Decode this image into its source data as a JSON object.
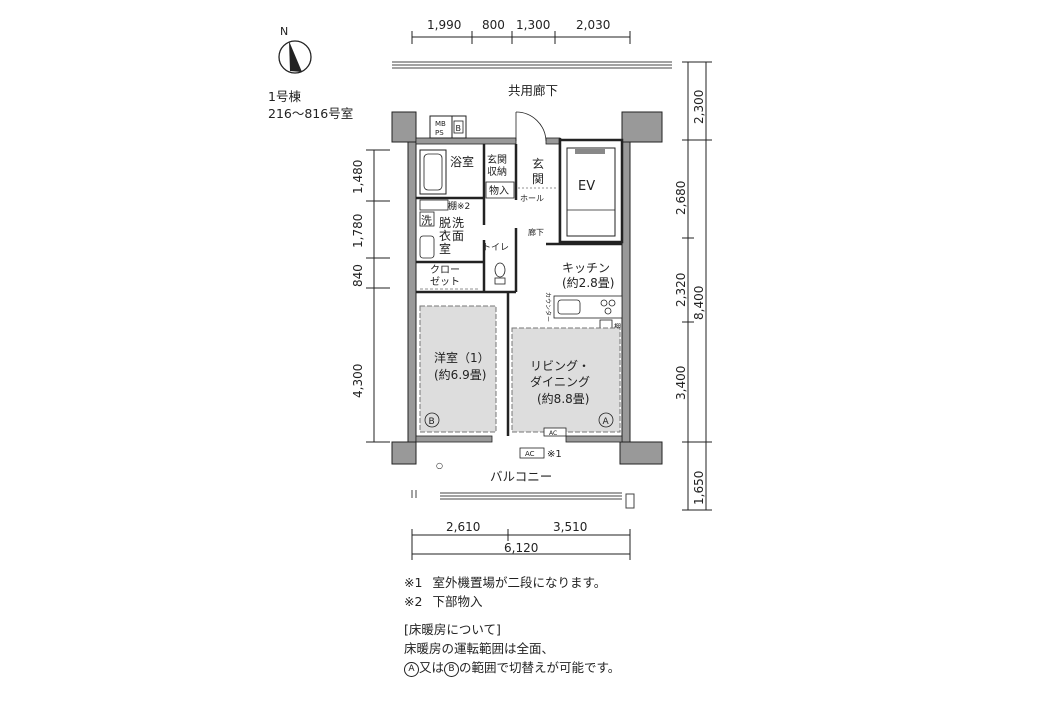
{
  "building": {
    "label": "1号棟",
    "rooms": "216〜816号室"
  },
  "compass": {
    "north_label": "N"
  },
  "corridor_label": "共用廊下",
  "balcony_label": "バルコニー",
  "ev_label": "EV",
  "dimensions": {
    "top": [
      "1,990",
      "800",
      "1,300",
      "2,030"
    ],
    "bottom": [
      "2,610",
      "3,510"
    ],
    "bottom_total": "6,120",
    "left": [
      "1,480",
      "1,780",
      "840",
      "4,300"
    ],
    "right": [
      "2,300",
      "2,680",
      "2,320",
      "3,400",
      "1,650"
    ],
    "right_total": "8,400"
  },
  "rooms": {
    "bath": "浴室",
    "genkan_storage": [
      "玄関",
      "収納"
    ],
    "genkan": [
      "玄",
      "関"
    ],
    "monoire": "物入",
    "hall": "ホール",
    "tana": "棚※2",
    "sen": "洗",
    "washroom": [
      "洗",
      "面",
      "脱",
      "衣",
      "室"
    ],
    "rouka": "廊下",
    "toilet": "トイレ",
    "closet": [
      "クロー",
      "ゼット"
    ],
    "kitchen": [
      "キッチン",
      "(約2.8畳)"
    ],
    "western": [
      "洋室（1）",
      "(約6.9畳)"
    ],
    "living": [
      "リビング・",
      "ダイニング",
      "(約8.8畳)"
    ],
    "mb_ps": [
      "MB",
      "PS"
    ],
    "b_mark": "B",
    "counter": "カウンター",
    "shelf": "棚",
    "ac": "AC",
    "ac_note_mark": "※1",
    "zone_a": "A",
    "zone_b": "B"
  },
  "notes": {
    "n1_mark": "※1",
    "n1_text": "室外機置場が二段になります。",
    "n2_mark": "※2",
    "n2_text": "下部物入",
    "heading": "[床暖房について]",
    "line1": "床暖房の運転範囲は全面、",
    "mark_a": "A",
    "line2_mid": "又は",
    "mark_b": "B",
    "line2_end": "の範囲で切替えが可能です。"
  }
}
